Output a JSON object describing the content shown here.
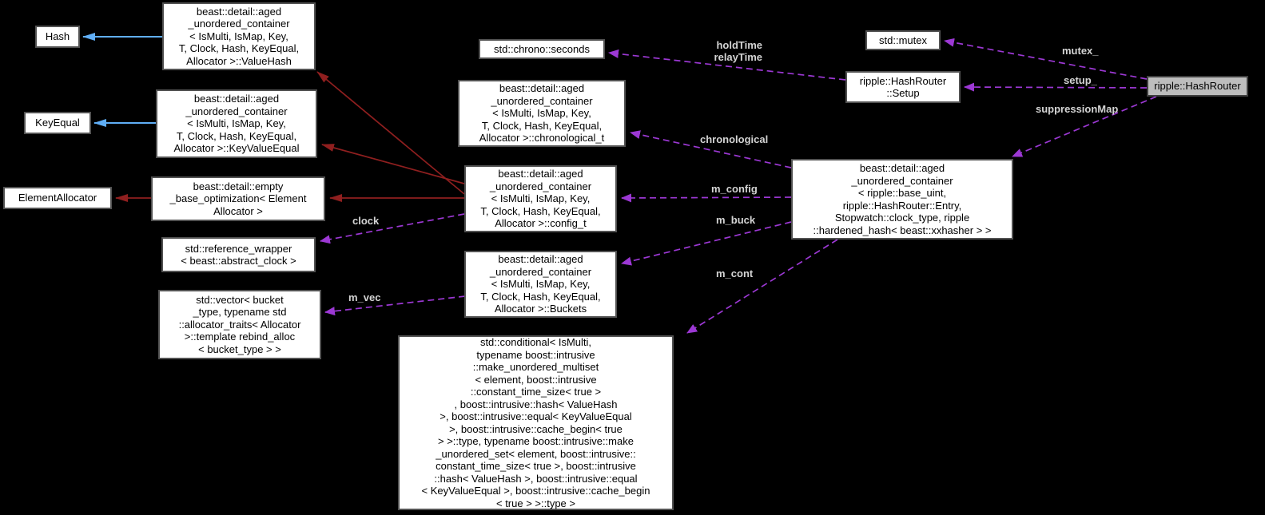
{
  "diagram": {
    "kind": "collaboration-graph",
    "colors": {
      "background": "#000000",
      "node_fill": "#ffffff",
      "node_border": "#525252",
      "node_text": "#000000",
      "current_node_fill": "#bdbdbd",
      "inheritance_arrow": "#60aef6",
      "private_usage_arrow": "#8f1f1f",
      "usage_arrow": "#9c38d4",
      "edge_label_text": "#d4d4d4"
    },
    "nodes": [
      {
        "id": "hash",
        "label": "Hash",
        "current": false
      },
      {
        "id": "valuehash",
        "label": "beast::detail::aged\n_unordered_container\n< IsMulti, IsMap, Key,\nT, Clock, Hash, KeyEqual,\nAllocator >::ValueHash",
        "current": false
      },
      {
        "id": "keyequal",
        "label": "KeyEqual",
        "current": false
      },
      {
        "id": "keyvalueequal",
        "label": "beast::detail::aged\n_unordered_container\n< IsMulti, IsMap, Key,\nT, Clock, Hash, KeyEqual,\nAllocator >::KeyValueEqual",
        "current": false
      },
      {
        "id": "elementallocator",
        "label": "ElementAllocator",
        "current": false
      },
      {
        "id": "empty-base",
        "label": "beast::detail::empty\n_base_optimization< Element\nAllocator >",
        "current": false
      },
      {
        "id": "reference-wrapper",
        "label": "std::reference_wrapper\n< beast::abstract_clock >",
        "current": false
      },
      {
        "id": "vector",
        "label": "std::vector< bucket\n_type, typename std\n::allocator_traits< Allocator\n>::template rebind_alloc\n< bucket_type > >",
        "current": false
      },
      {
        "id": "seconds",
        "label": "std::chrono::seconds",
        "current": false
      },
      {
        "id": "chronological-t",
        "label": "beast::detail::aged\n_unordered_container\n< IsMulti, IsMap, Key,\nT, Clock, Hash, KeyEqual,\nAllocator >::chronological_t",
        "current": false
      },
      {
        "id": "config-t",
        "label": "beast::detail::aged\n_unordered_container\n< IsMulti, IsMap, Key,\nT, Clock, Hash, KeyEqual,\nAllocator >::config_t",
        "current": false
      },
      {
        "id": "buckets",
        "label": "beast::detail::aged\n_unordered_container\n< IsMulti, IsMap, Key,\nT, Clock, Hash, KeyEqual,\nAllocator >::Buckets",
        "current": false
      },
      {
        "id": "conditional",
        "label": "std::conditional< IsMulti,\ntypename boost::intrusive\n::make_unordered_multiset\n< element, boost::intrusive\n::constant_time_size< true >\n, boost::intrusive::hash< ValueHash\n>, boost::intrusive::equal< KeyValueEqual\n>, boost::intrusive::cache_begin< true\n> >::type, typename boost::intrusive::make\n_unordered_set< element, boost::intrusive::\nconstant_time_size< true >, boost::intrusive\n::hash< ValueHash >, boost::intrusive::equal\n< KeyValueEqual >, boost::intrusive::cache_begin\n< true > >::type >",
        "current": false
      },
      {
        "id": "mutex",
        "label": "std::mutex",
        "current": false
      },
      {
        "id": "setup",
        "label": "ripple::HashRouter\n::Setup",
        "current": false
      },
      {
        "id": "hashrouter",
        "label": "ripple::HashRouter",
        "current": true
      },
      {
        "id": "container",
        "label": "beast::detail::aged\n_unordered_container\n< ripple::base_uint,\nripple::HashRouter::Entry,\nStopwatch::clock_type, ripple\n::hardened_hash< beast::xxhasher > >",
        "current": false
      }
    ],
    "edges": [
      {
        "from": "valuehash",
        "to": "hash",
        "type": "inheritance",
        "label": ""
      },
      {
        "from": "keyvalueequal",
        "to": "keyequal",
        "type": "inheritance",
        "label": ""
      },
      {
        "from": "empty-base",
        "to": "elementallocator",
        "type": "private",
        "label": ""
      },
      {
        "from": "config-t",
        "to": "valuehash",
        "type": "private",
        "label": ""
      },
      {
        "from": "config-t",
        "to": "keyvalueequal",
        "type": "private",
        "label": ""
      },
      {
        "from": "config-t",
        "to": "empty-base",
        "type": "private",
        "label": ""
      },
      {
        "from": "config-t",
        "to": "reference-wrapper",
        "type": "usage",
        "label": "clock"
      },
      {
        "from": "buckets",
        "to": "vector",
        "type": "usage",
        "label": "m_vec"
      },
      {
        "from": "setup",
        "to": "seconds",
        "type": "usage",
        "label": "holdTime\nrelayTime"
      },
      {
        "from": "hashrouter",
        "to": "mutex",
        "type": "usage",
        "label": "mutex_"
      },
      {
        "from": "hashrouter",
        "to": "setup",
        "type": "usage",
        "label": "setup_"
      },
      {
        "from": "hashrouter",
        "to": "container",
        "type": "usage",
        "label": "suppressionMap"
      },
      {
        "from": "container",
        "to": "chronological-t",
        "type": "usage",
        "label": "chronological"
      },
      {
        "from": "container",
        "to": "config-t",
        "type": "usage",
        "label": "m_config"
      },
      {
        "from": "container",
        "to": "buckets",
        "type": "usage",
        "label": "m_buck"
      },
      {
        "from": "container",
        "to": "conditional",
        "type": "usage",
        "label": "m_cont"
      }
    ]
  }
}
